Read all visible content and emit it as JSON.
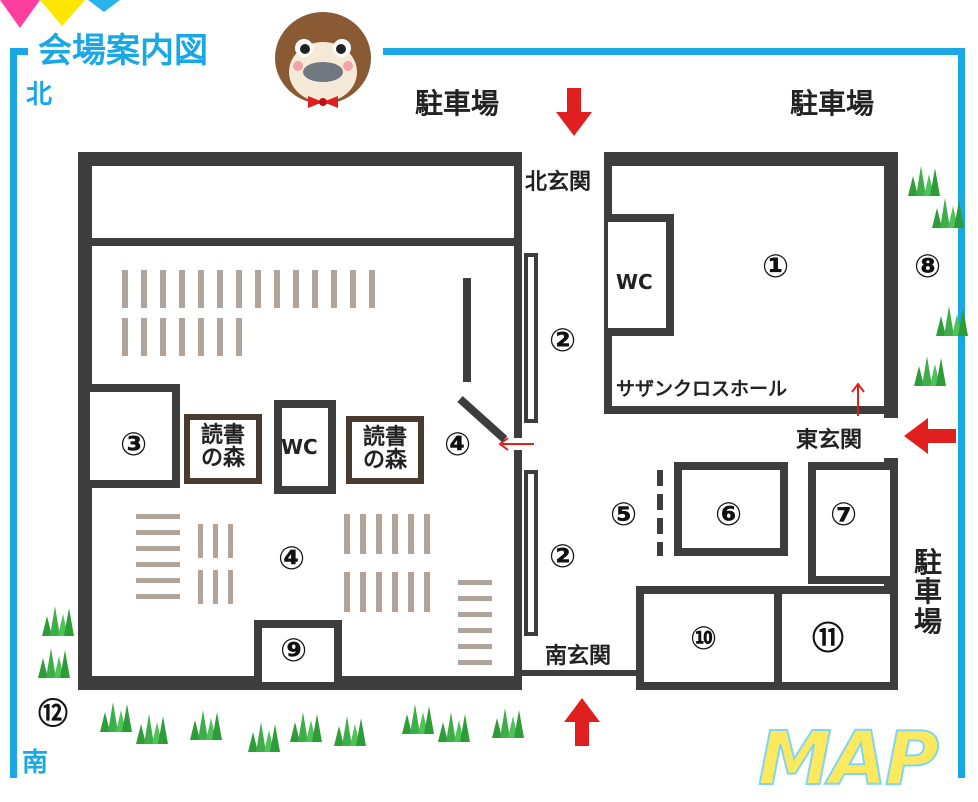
{
  "title": "会場案内図",
  "compass": {
    "north": "北",
    "south": "南"
  },
  "parking": {
    "top_left": "駐車場",
    "top_right": "駐車場",
    "east": "駐車場"
  },
  "entrances": {
    "north": "北玄関",
    "south": "南玄関",
    "east": "東玄関"
  },
  "rooms": {
    "wc_1": "WC",
    "wc_2": "WC",
    "hall": "サザンクロスホール",
    "forest_1": "読書の森",
    "forest_2": "読書の森"
  },
  "areas": {
    "a1": "①",
    "a2_top": "②",
    "a2_bottom": "②",
    "a3": "③",
    "a4_label": "④",
    "a4_center": "④",
    "a5": "⑤",
    "a6": "⑥",
    "a7": "⑦",
    "a8": "⑧",
    "a9": "⑨",
    "a10": "⑩",
    "a11": "⑪",
    "a12": "⑫"
  },
  "watermark": "MAP",
  "colors": {
    "frame": "#1aa7e6",
    "wall": "#3d3d3d",
    "arrow": "#e0201f",
    "grass": "#3fae4a",
    "shelf": "#b1a59b",
    "title": "#1aa7e6"
  }
}
